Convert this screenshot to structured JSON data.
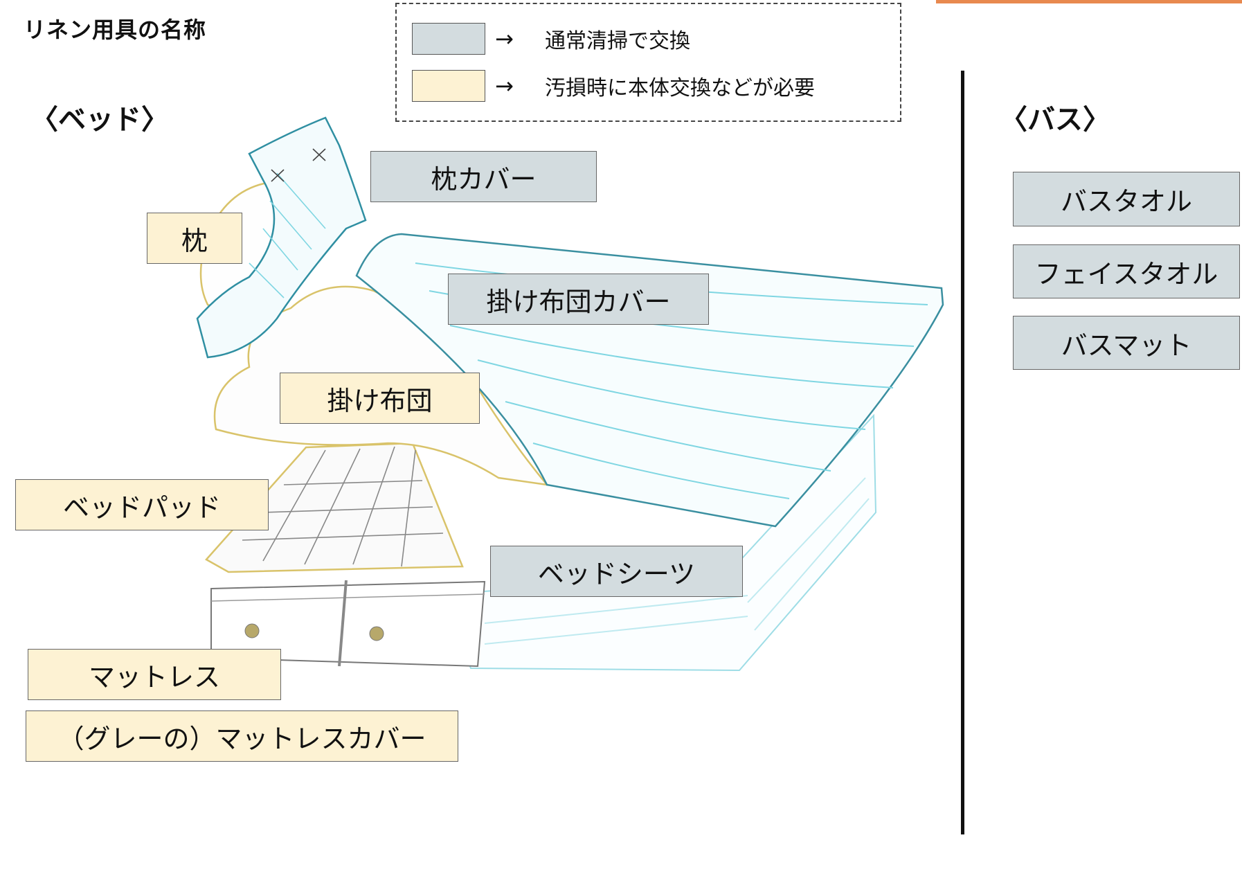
{
  "colors": {
    "exchange": "#d3dcdf",
    "replace": "#fdf2d3",
    "sketch_blue": "#5cc9d6",
    "sketch_yellow": "#d9c36a",
    "accent": "#e8894f"
  },
  "title": "リネン用具の名称",
  "legend": {
    "arrow": "→",
    "items": [
      {
        "swatch": "gray",
        "text": "通常清掃で交換"
      },
      {
        "swatch": "cream",
        "text": "汚損時に本体交換などが必要"
      }
    ]
  },
  "bed": {
    "heading": "〈ベッド〉",
    "labels": {
      "pillow_cover": "枕カバー",
      "pillow": "枕",
      "duvet_cover": "掛け布団カバー",
      "duvet": "掛け布団",
      "bed_pad": "ベッドパッド",
      "bed_sheet": "ベッドシーツ",
      "mattress": "マットレス",
      "mattress_cover": "（グレーの）マットレスカバー"
    }
  },
  "bath": {
    "heading": "〈バス〉",
    "labels": [
      "バスタオル",
      "フェイスタオル",
      "バスマット"
    ]
  }
}
